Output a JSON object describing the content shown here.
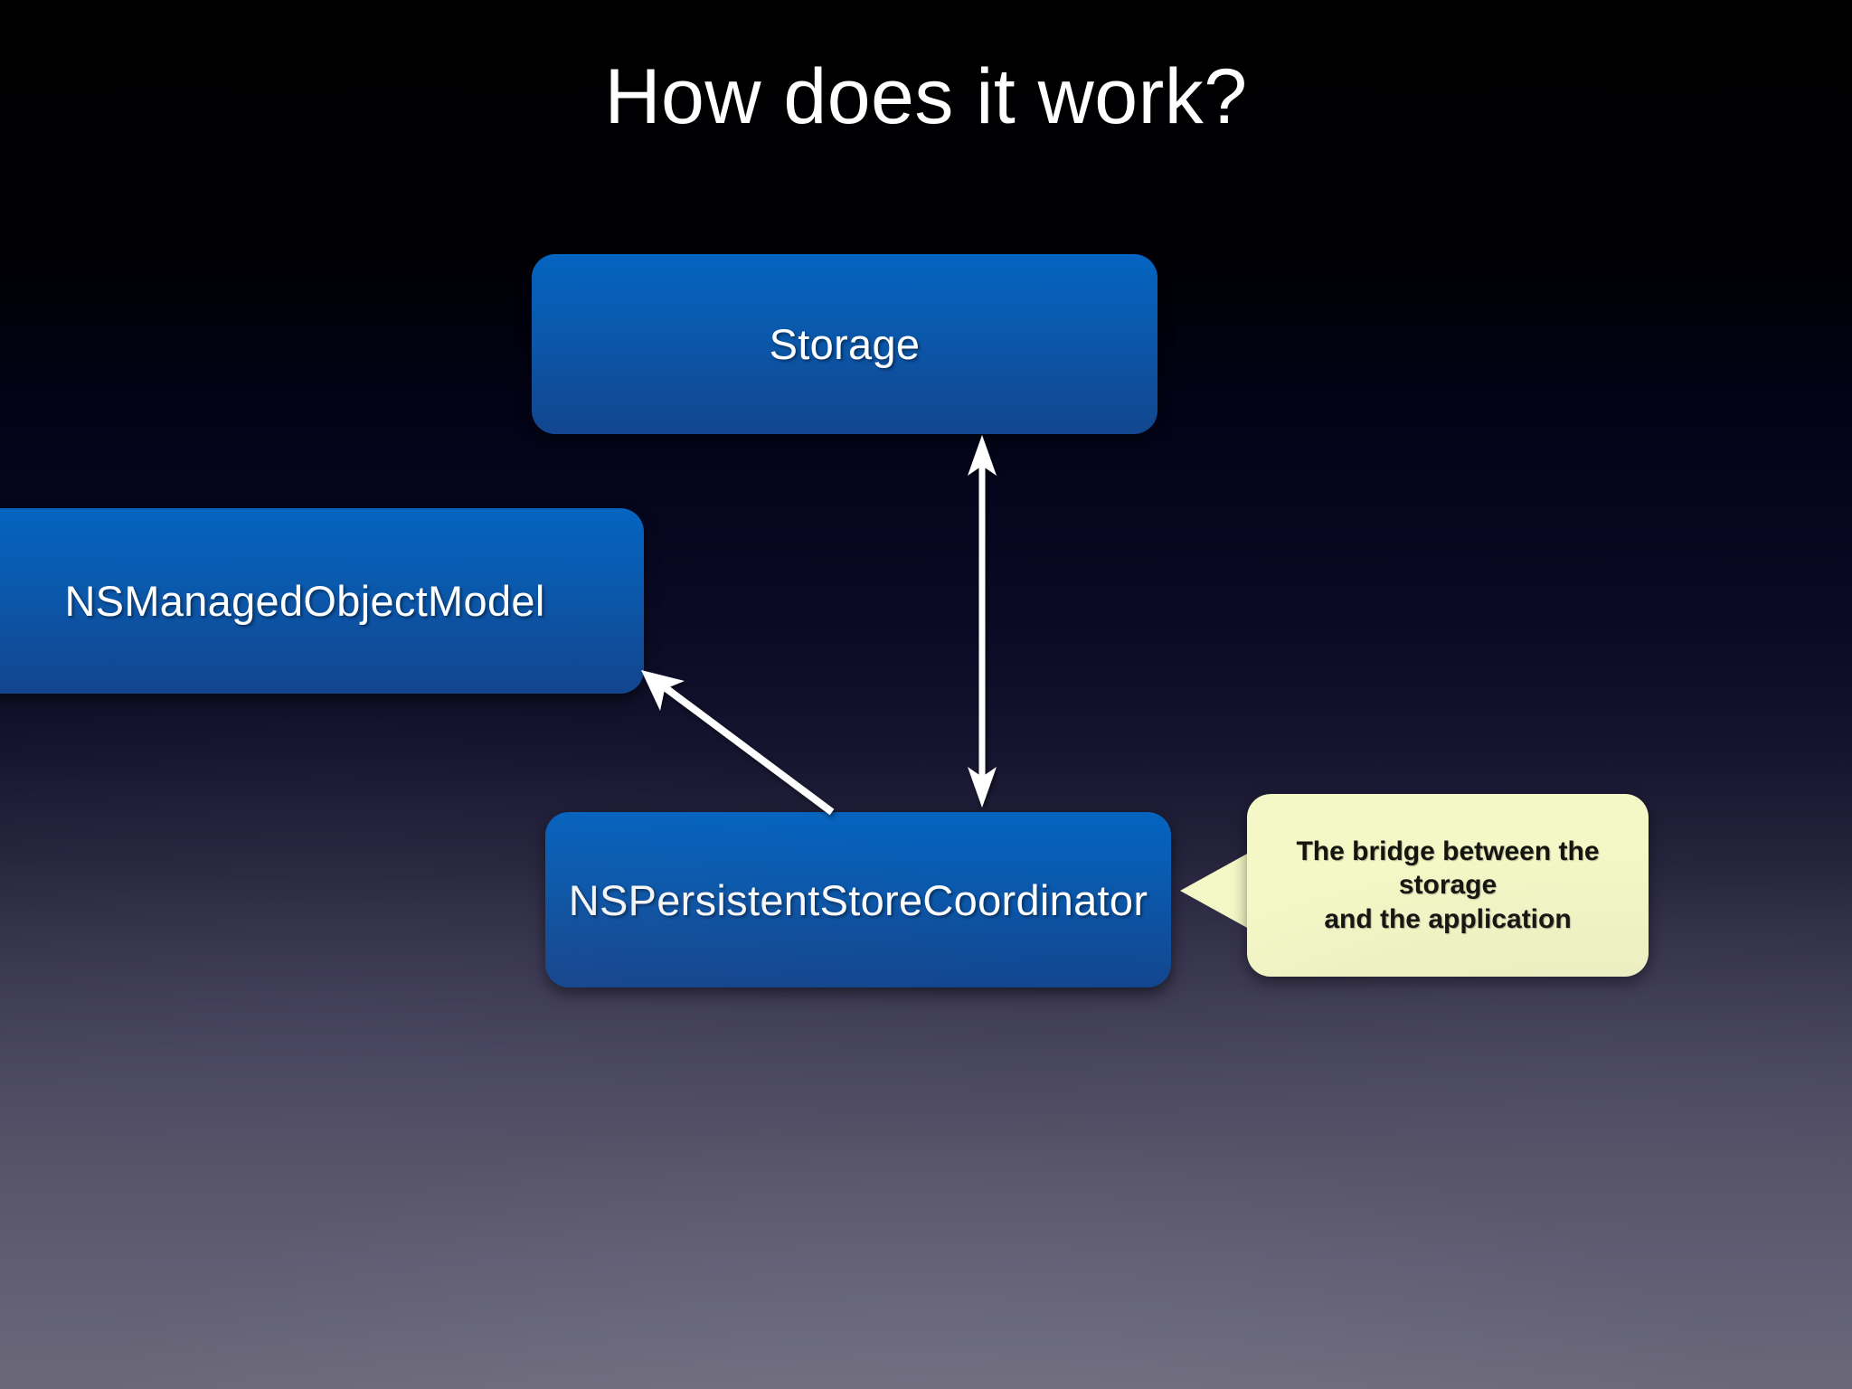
{
  "slide": {
    "title": "How does it work?",
    "background_top_color": "#000000",
    "background_bottom_color": "#6a6878"
  },
  "nodes": [
    {
      "id": "storage",
      "label": "Storage",
      "fill_top_color": "#0464c0",
      "fill_bottom_color": "#12468f",
      "text_color": "#ffffff"
    },
    {
      "id": "managed-object-model",
      "label": "NSManagedObjectModel",
      "fill_top_color": "#0464c0",
      "fill_bottom_color": "#12468f",
      "text_color": "#ffffff"
    },
    {
      "id": "persistent-store-coordinator",
      "label": "NSPersistentStoreCoordinator",
      "fill_top_color": "#0464c0",
      "fill_bottom_color": "#12468f",
      "text_color": "#ffffff"
    }
  ],
  "connectors": [
    {
      "id": "storage-to-coordinator",
      "from": "persistent-store-coordinator",
      "to": "storage",
      "heads": "both",
      "color": "#ffffff"
    },
    {
      "id": "coordinator-to-model",
      "from": "persistent-store-coordinator",
      "to": "managed-object-model",
      "heads": "end",
      "color": "#ffffff"
    }
  ],
  "callout": {
    "line1": "The bridge between the storage",
    "line2": "and the application",
    "text": "The bridge between the storage and the application",
    "fill_color": "#f4f8c6",
    "text_color": "#151510",
    "points_at": "persistent-store-coordinator"
  }
}
